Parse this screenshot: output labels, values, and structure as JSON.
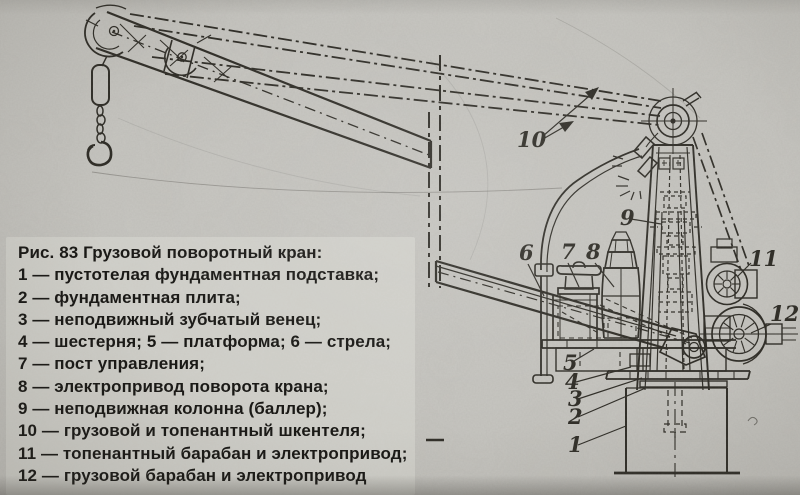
{
  "caption": {
    "title": "Рис. 83 Грузовой поворотный кран:",
    "lines": [
      "1 — пустотелая фундаментная подставка;",
      "2 — фундаментная плита;",
      "3 — неподвижный зубчатый венец;",
      "4 — шестерня; 5 — платформа; 6 — стрела;",
      "7 — пост управления;",
      "8 — электропривод поворота крана;",
      "9 — неподвижная колонна (баллер);",
      "10 — грузовой и топенантный шкентеля;",
      "11 — топенантный барабан и электропривод;",
      "12 — грузовой барабан и электропривод"
    ]
  },
  "part_labels": {
    "p1": "1",
    "p2": "2",
    "p3": "3",
    "p4": "4",
    "p5": "5",
    "p6": "6",
    "p7": "7",
    "p8": "8",
    "p9": "9",
    "p10": "10",
    "p11": "11",
    "p12": "12"
  },
  "colors": {
    "paper": "#c7c6c1",
    "ink": "#2b2923",
    "caption_text": "#1a1916"
  }
}
